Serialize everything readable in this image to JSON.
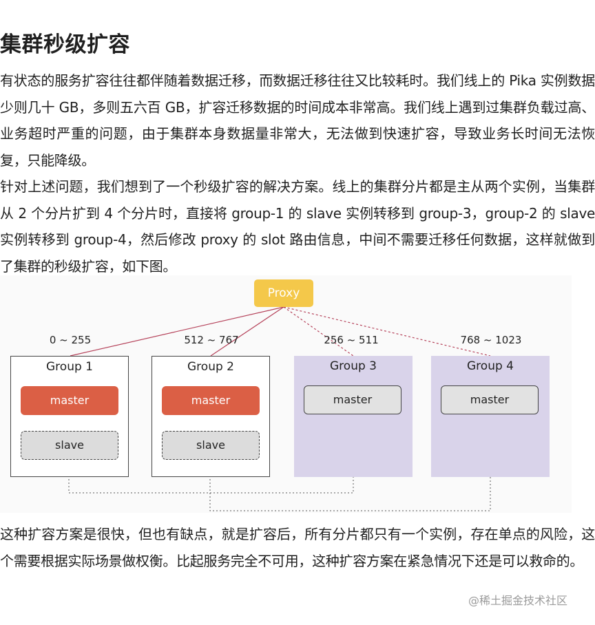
{
  "article": {
    "title": "集群秒级扩容",
    "paragraphs": [
      "有状态的服务扩容往往都伴随着数据迁移，而数据迁移往往又比较耗时。我们线上的 Pika 实例数据少则几十 GB，多则五六百 GB，扩容迁移数据的时间成本非常高。我们线上遇到过集群负载过高、业务超时严重的问题，由于集群本身数据量非常大，无法做到快速扩容，导致业务长时间无法恢复，只能降级。",
      "针对上述问题，我们想到了一个秒级扩容的解决方案。线上的集群分片都是主从两个实例，当集群从 2 个分片扩到 4 个分片时，直接将 group-1 的 slave 实例转移到 group-3，group-2 的 slave 实例转移到 group-4，然后修改 proxy 的 slot 路由信息，中间不需要迁移任何数据，这样就做到了集群的秒级扩容，如下图。",
      "这种扩容方案是很快，但也有缺点，就是扩容后，所有分片都只有一个实例，存在单点的风险，这个需要根据实际场景做权衡。比起服务完全不可用，这种扩容方案在紧急情况下还是可以救命的。"
    ]
  },
  "diagram": {
    "proxy_label": "Proxy",
    "groups": [
      {
        "name": "Group 1",
        "range": "0 ~ 255",
        "master": "master",
        "slave": "slave"
      },
      {
        "name": "Group 2",
        "range": "512 ~ 767",
        "master": "master",
        "slave": "slave"
      },
      {
        "name": "Group 3",
        "range": "256 ~ 511",
        "master": "master"
      },
      {
        "name": "Group 4",
        "range": "768 ~ 1023",
        "master": "master"
      }
    ],
    "colors": {
      "proxy": "#f4c84a",
      "master_active": "#db5f45",
      "new_group_bg": "#d9d3ea",
      "proxy_route_line": "#b5425a"
    }
  },
  "watermark": "@稀土掘金技术社区"
}
